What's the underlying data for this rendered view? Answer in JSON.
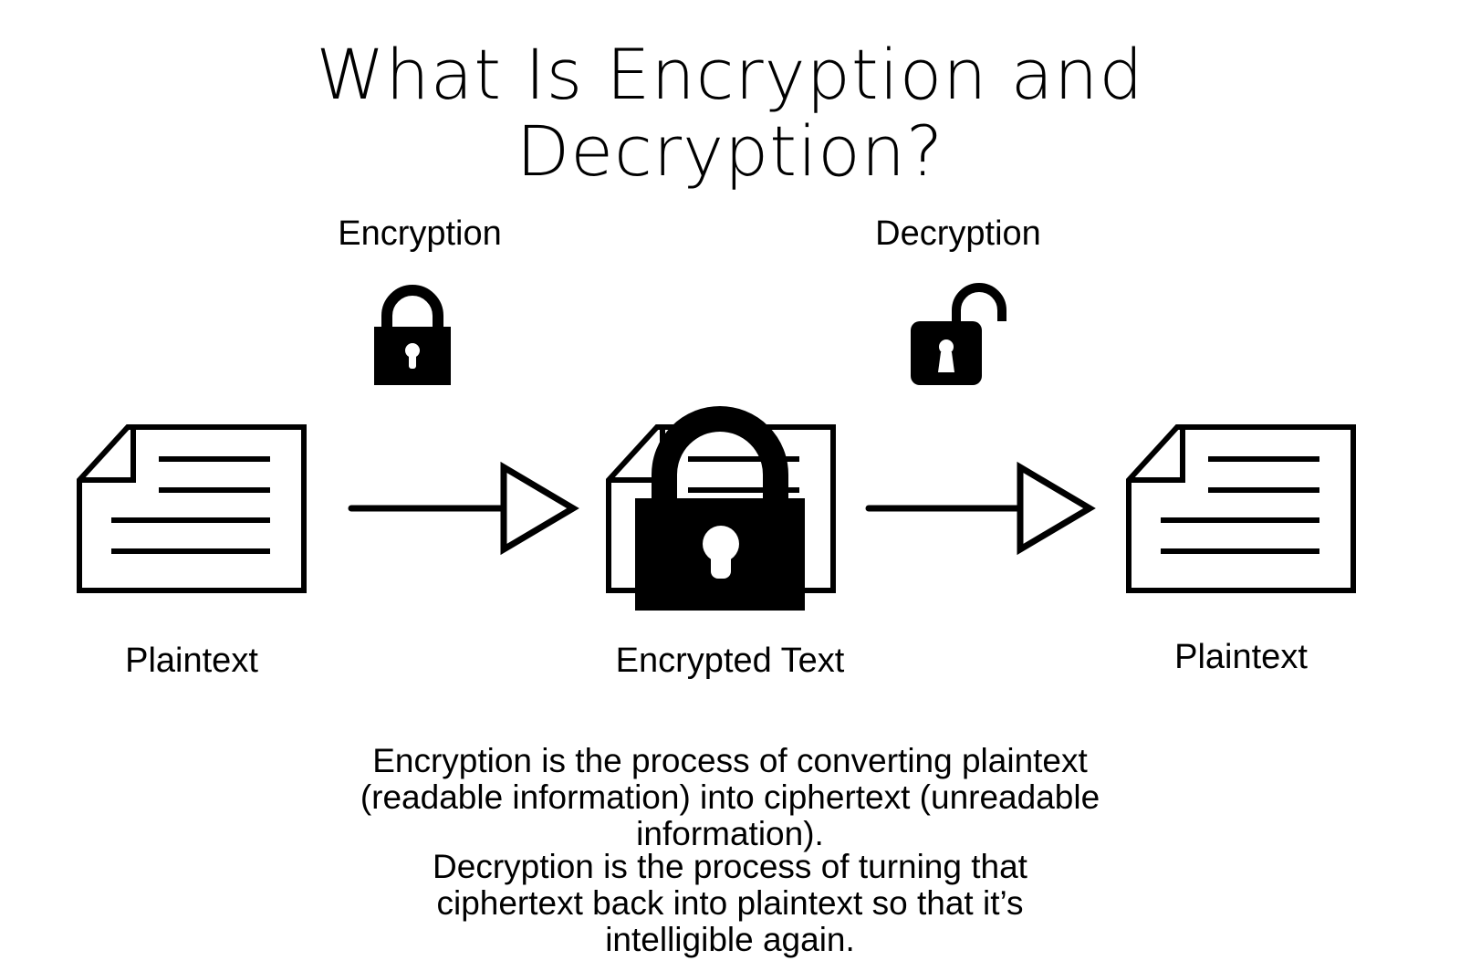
{
  "title": "What Is Encryption and Decryption?",
  "labels": {
    "encryption": "Encryption",
    "decryption": "Decryption",
    "plaintext_left": "Plaintext",
    "encrypted_text": "Encrypted Text",
    "plaintext_right": "Plaintext"
  },
  "descriptions": [
    "Encryption is the process of converting plaintext (readable information) into ciphertext (unreadable information).",
    "Decryption is the process of turning that ciphertext back into plaintext so that it’s intelligible again."
  ],
  "icons": {
    "encryption_icon": "closed-padlock-icon",
    "decryption_icon": "open-padlock-icon",
    "source_document": "document-icon",
    "encrypted_document": "locked-document-icon",
    "result_document": "document-icon",
    "flow": "arrow-right-icon"
  },
  "colors": {
    "foreground": "#000000",
    "background": "#ffffff"
  }
}
